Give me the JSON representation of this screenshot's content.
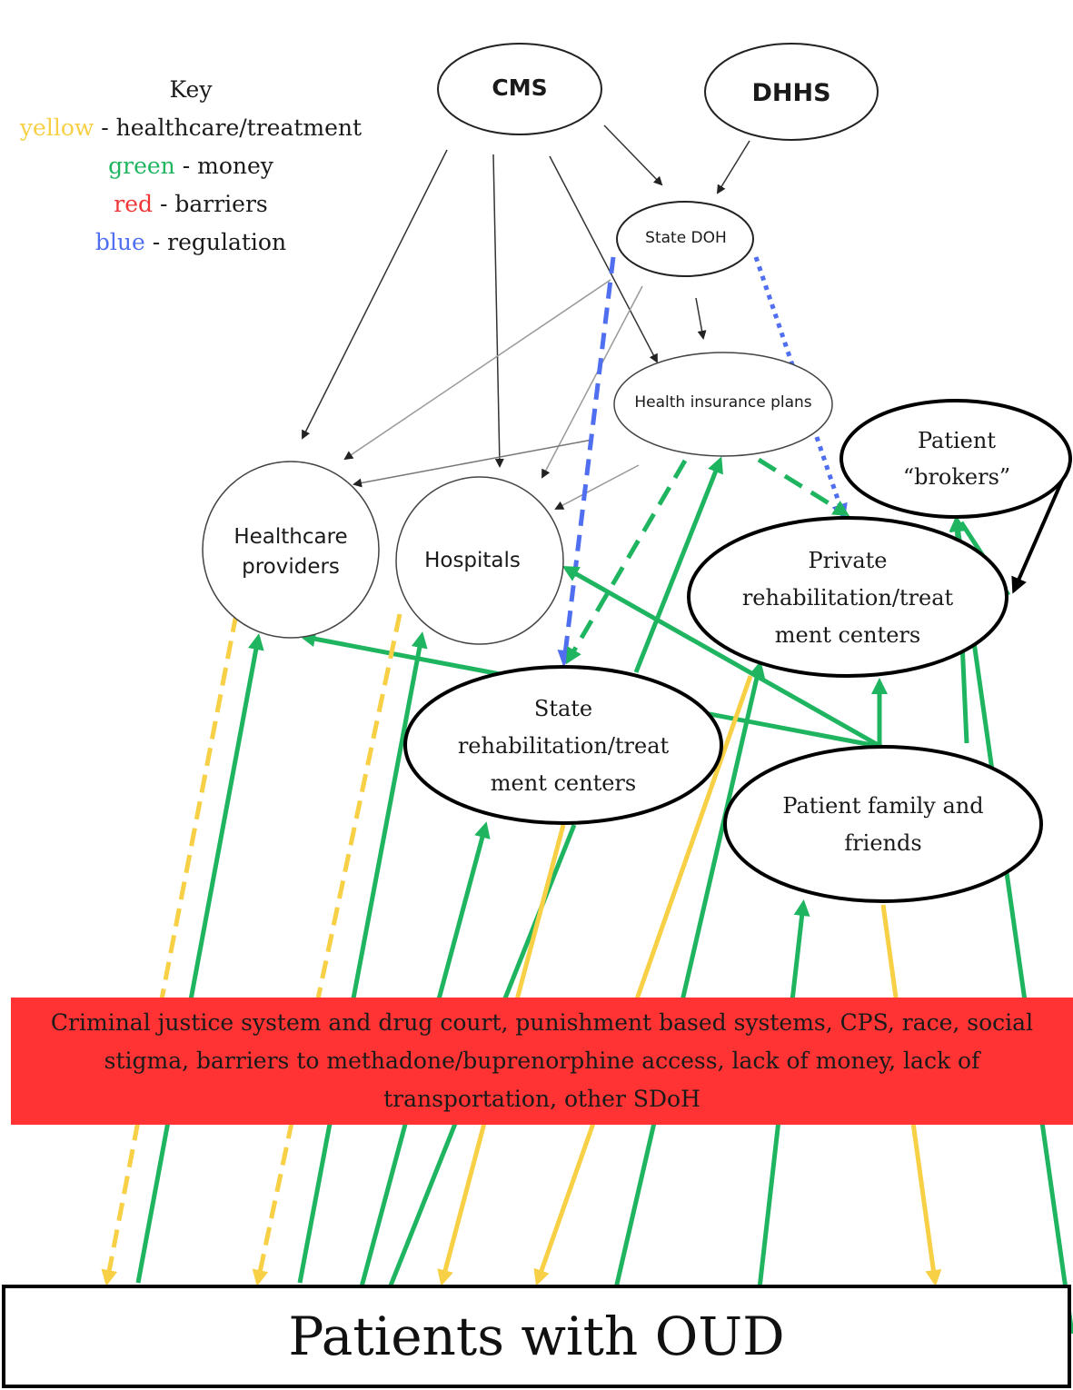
{
  "key": {
    "title": "Key",
    "items": [
      {
        "color_word": "yellow",
        "text": " - healthcare/treatment",
        "color": "#f7d046"
      },
      {
        "color_word": "green",
        "text": " - money",
        "color": "#1fb560"
      },
      {
        "color_word": "red",
        "text": " - barriers",
        "color": "#ef3535"
      },
      {
        "color_word": "blue",
        "text": " - regulation",
        "color": "#4f6ff0"
      }
    ]
  },
  "nodes": {
    "cms": "CMS",
    "dhhs": "DHHS",
    "state_doh": "State DOH",
    "health_insurance": "Health insurance plans",
    "patient_brokers_1": "Patient",
    "patient_brokers_2": "“brokers”",
    "healthcare_providers_1": "Healthcare",
    "healthcare_providers_2": "providers",
    "hospitals": "Hospitals",
    "private_rehab_1": "Private",
    "private_rehab_2": "rehabilitation/treat",
    "private_rehab_3": "ment centers",
    "state_rehab_1": "State",
    "state_rehab_2": "rehabilitation/treat",
    "state_rehab_3": "ment centers",
    "family_1": "Patient family and",
    "family_2": "friends"
  },
  "barriers": "Criminal justice system and drug court, punishment based systems, CPS, race, social stigma, barriers to methadone/buprenorphine access, lack of money, lack of transportation, other SDoH",
  "patients": "Patients with OUD",
  "colors": {
    "yellow": "#f7d046",
    "green": "#1fb560",
    "red": "#ff3333",
    "blue": "#4f6ff0"
  }
}
